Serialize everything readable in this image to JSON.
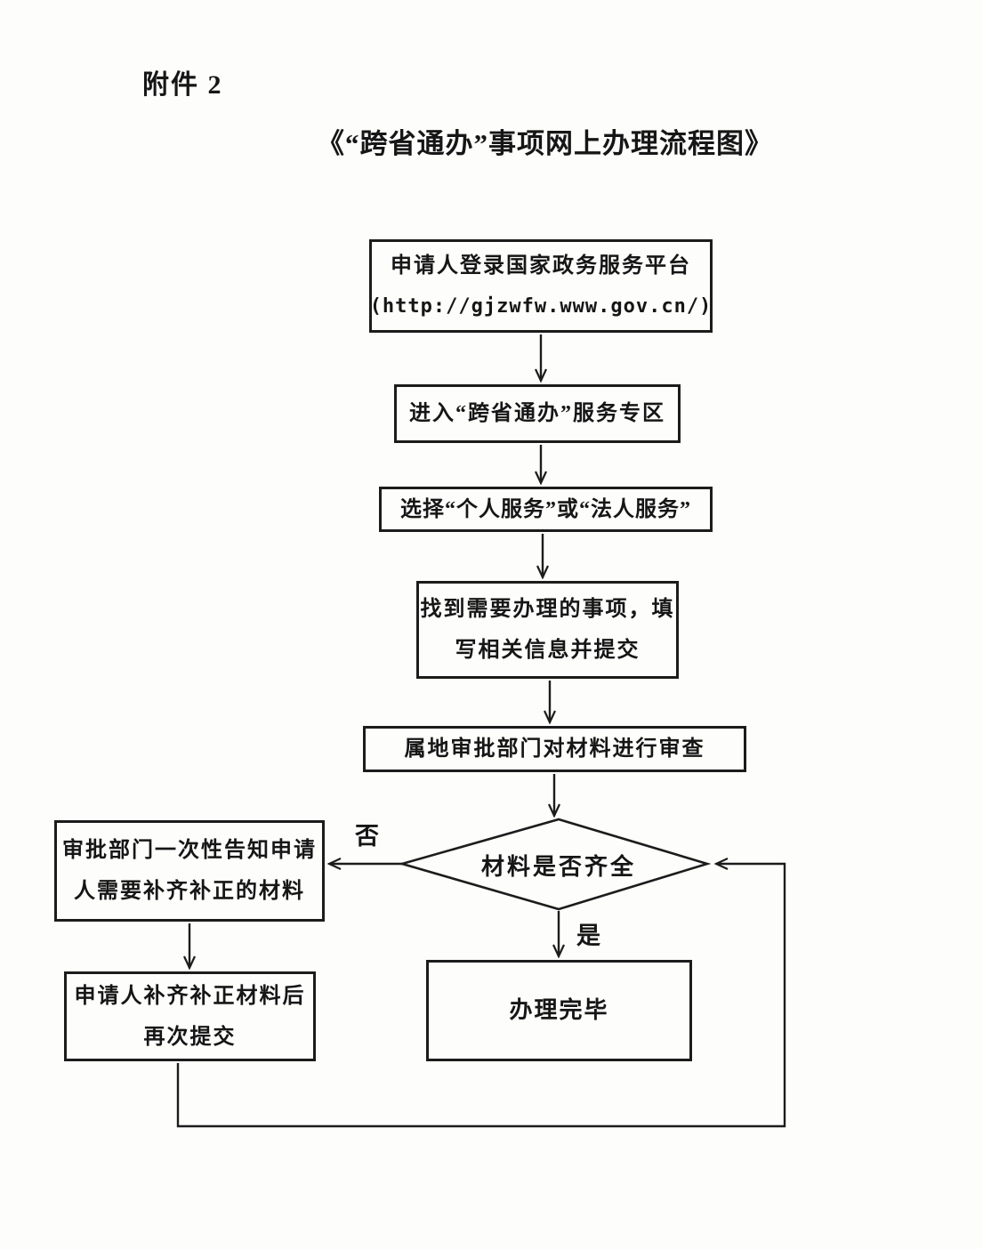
{
  "page": {
    "attachment_label": "附件 2",
    "title": "《“跨省通办”事项网上办理流程图》"
  },
  "flowchart": {
    "nodes": {
      "login": {
        "line1": "申请人登录国家政务服务平台",
        "line2": "(http://gjzwfw.www.gov.cn/)"
      },
      "enter_zone": {
        "line1": "进入“跨省通办”服务专区"
      },
      "choose_service": {
        "line1": "选择“个人服务”或“法人服务”"
      },
      "find_item": {
        "line1": "找到需要办理的事项，填",
        "line2": "写相关信息并提交"
      },
      "review": {
        "line1": "属地审批部门对材料进行审查"
      },
      "decision": {
        "line1": "材料是否齐全"
      },
      "notify": {
        "line1": "审批部门一次性告知申请",
        "line2": "人需要补齐补正的材料"
      },
      "resubmit": {
        "line1": "申请人补齐补正材料后",
        "line2": "再次提交"
      },
      "done": {
        "line1": "办理完毕"
      }
    },
    "branch_labels": {
      "no": "否",
      "yes": "是"
    },
    "colors": {
      "ink": "#1c1c1c",
      "paper": "#fdfdfc"
    }
  }
}
